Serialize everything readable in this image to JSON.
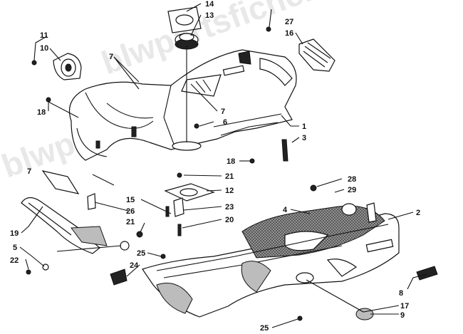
{
  "watermark": "blwpartsfiche.com",
  "callouts": {
    "c1": "1",
    "c2": "2",
    "c3": "3",
    "c4": "4",
    "c5": "5",
    "c6": "6",
    "c7a": "7",
    "c7b": "7",
    "c7c": "7",
    "c8": "8",
    "c9": "9",
    "c10": "10",
    "c11": "11",
    "c12": "12",
    "c13": "13",
    "c14": "14",
    "c15": "15",
    "c16": "16",
    "c17": "17",
    "c18a": "18",
    "c18b": "18",
    "c19": "19",
    "c20": "20",
    "c21a": "21",
    "c21b": "21",
    "c22": "22",
    "c23": "23",
    "c24": "24",
    "c25a": "25",
    "c25b": "25",
    "c26": "26",
    "c27": "27",
    "c28": "28",
    "c29": "29"
  }
}
